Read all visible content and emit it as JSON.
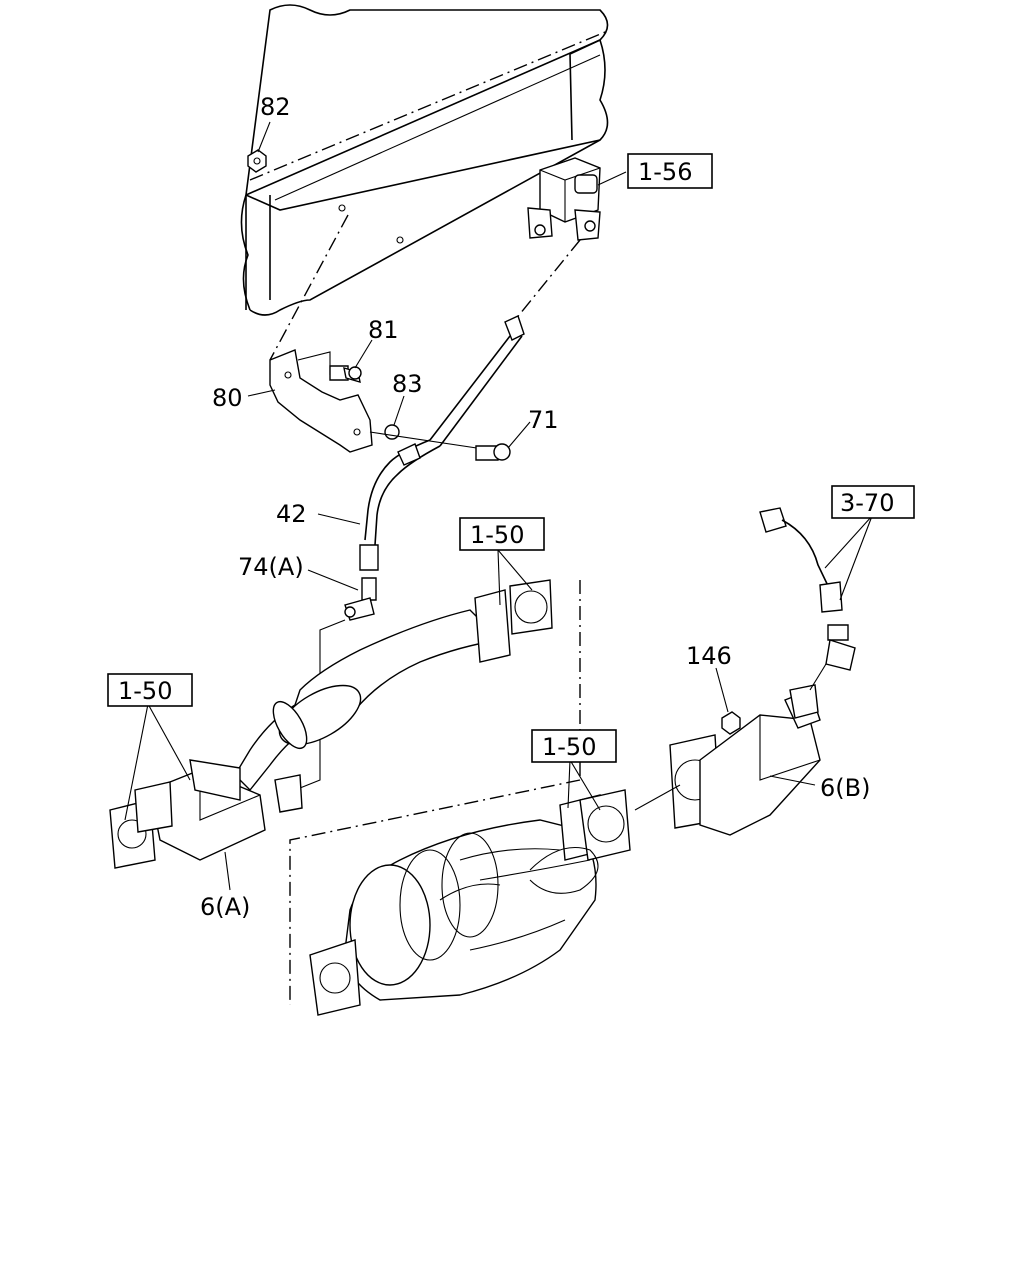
{
  "callouts": {
    "c82": "82",
    "c81": "81",
    "c80": "80",
    "c83": "83",
    "c71": "71",
    "c42": "42",
    "c74a": "74(A)",
    "c146": "146",
    "c6a": "6(A)",
    "c6b": "6(B)"
  },
  "references": {
    "r156": "1-56",
    "r150_top": "1-50",
    "r150_left": "1-50",
    "r150_mid": "1-50",
    "r370": "3-70"
  }
}
